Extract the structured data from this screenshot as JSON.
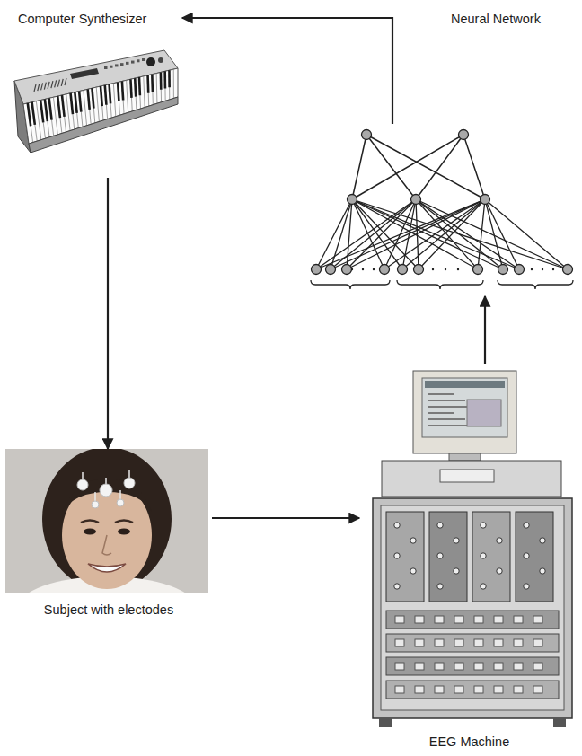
{
  "diagram": {
    "nodes": [
      {
        "text": [
          "Computer Synthesizer"
        ]
      },
      {
        "text": [
          "Neural Network"
        ]
      },
      {
        "text": [
          "Subject with electodes"
        ]
      },
      {
        "text": [
          "EEG Machine"
        ]
      }
    ],
    "edges": [
      {
        "from": 1,
        "to": 0,
        "arrow": "to"
      },
      {
        "from": 0,
        "to": 2,
        "arrow": "to"
      },
      {
        "from": 2,
        "to": 3,
        "arrow": "to"
      },
      {
        "from": 3,
        "to": 1,
        "arrow": "to"
      }
    ]
  }
}
